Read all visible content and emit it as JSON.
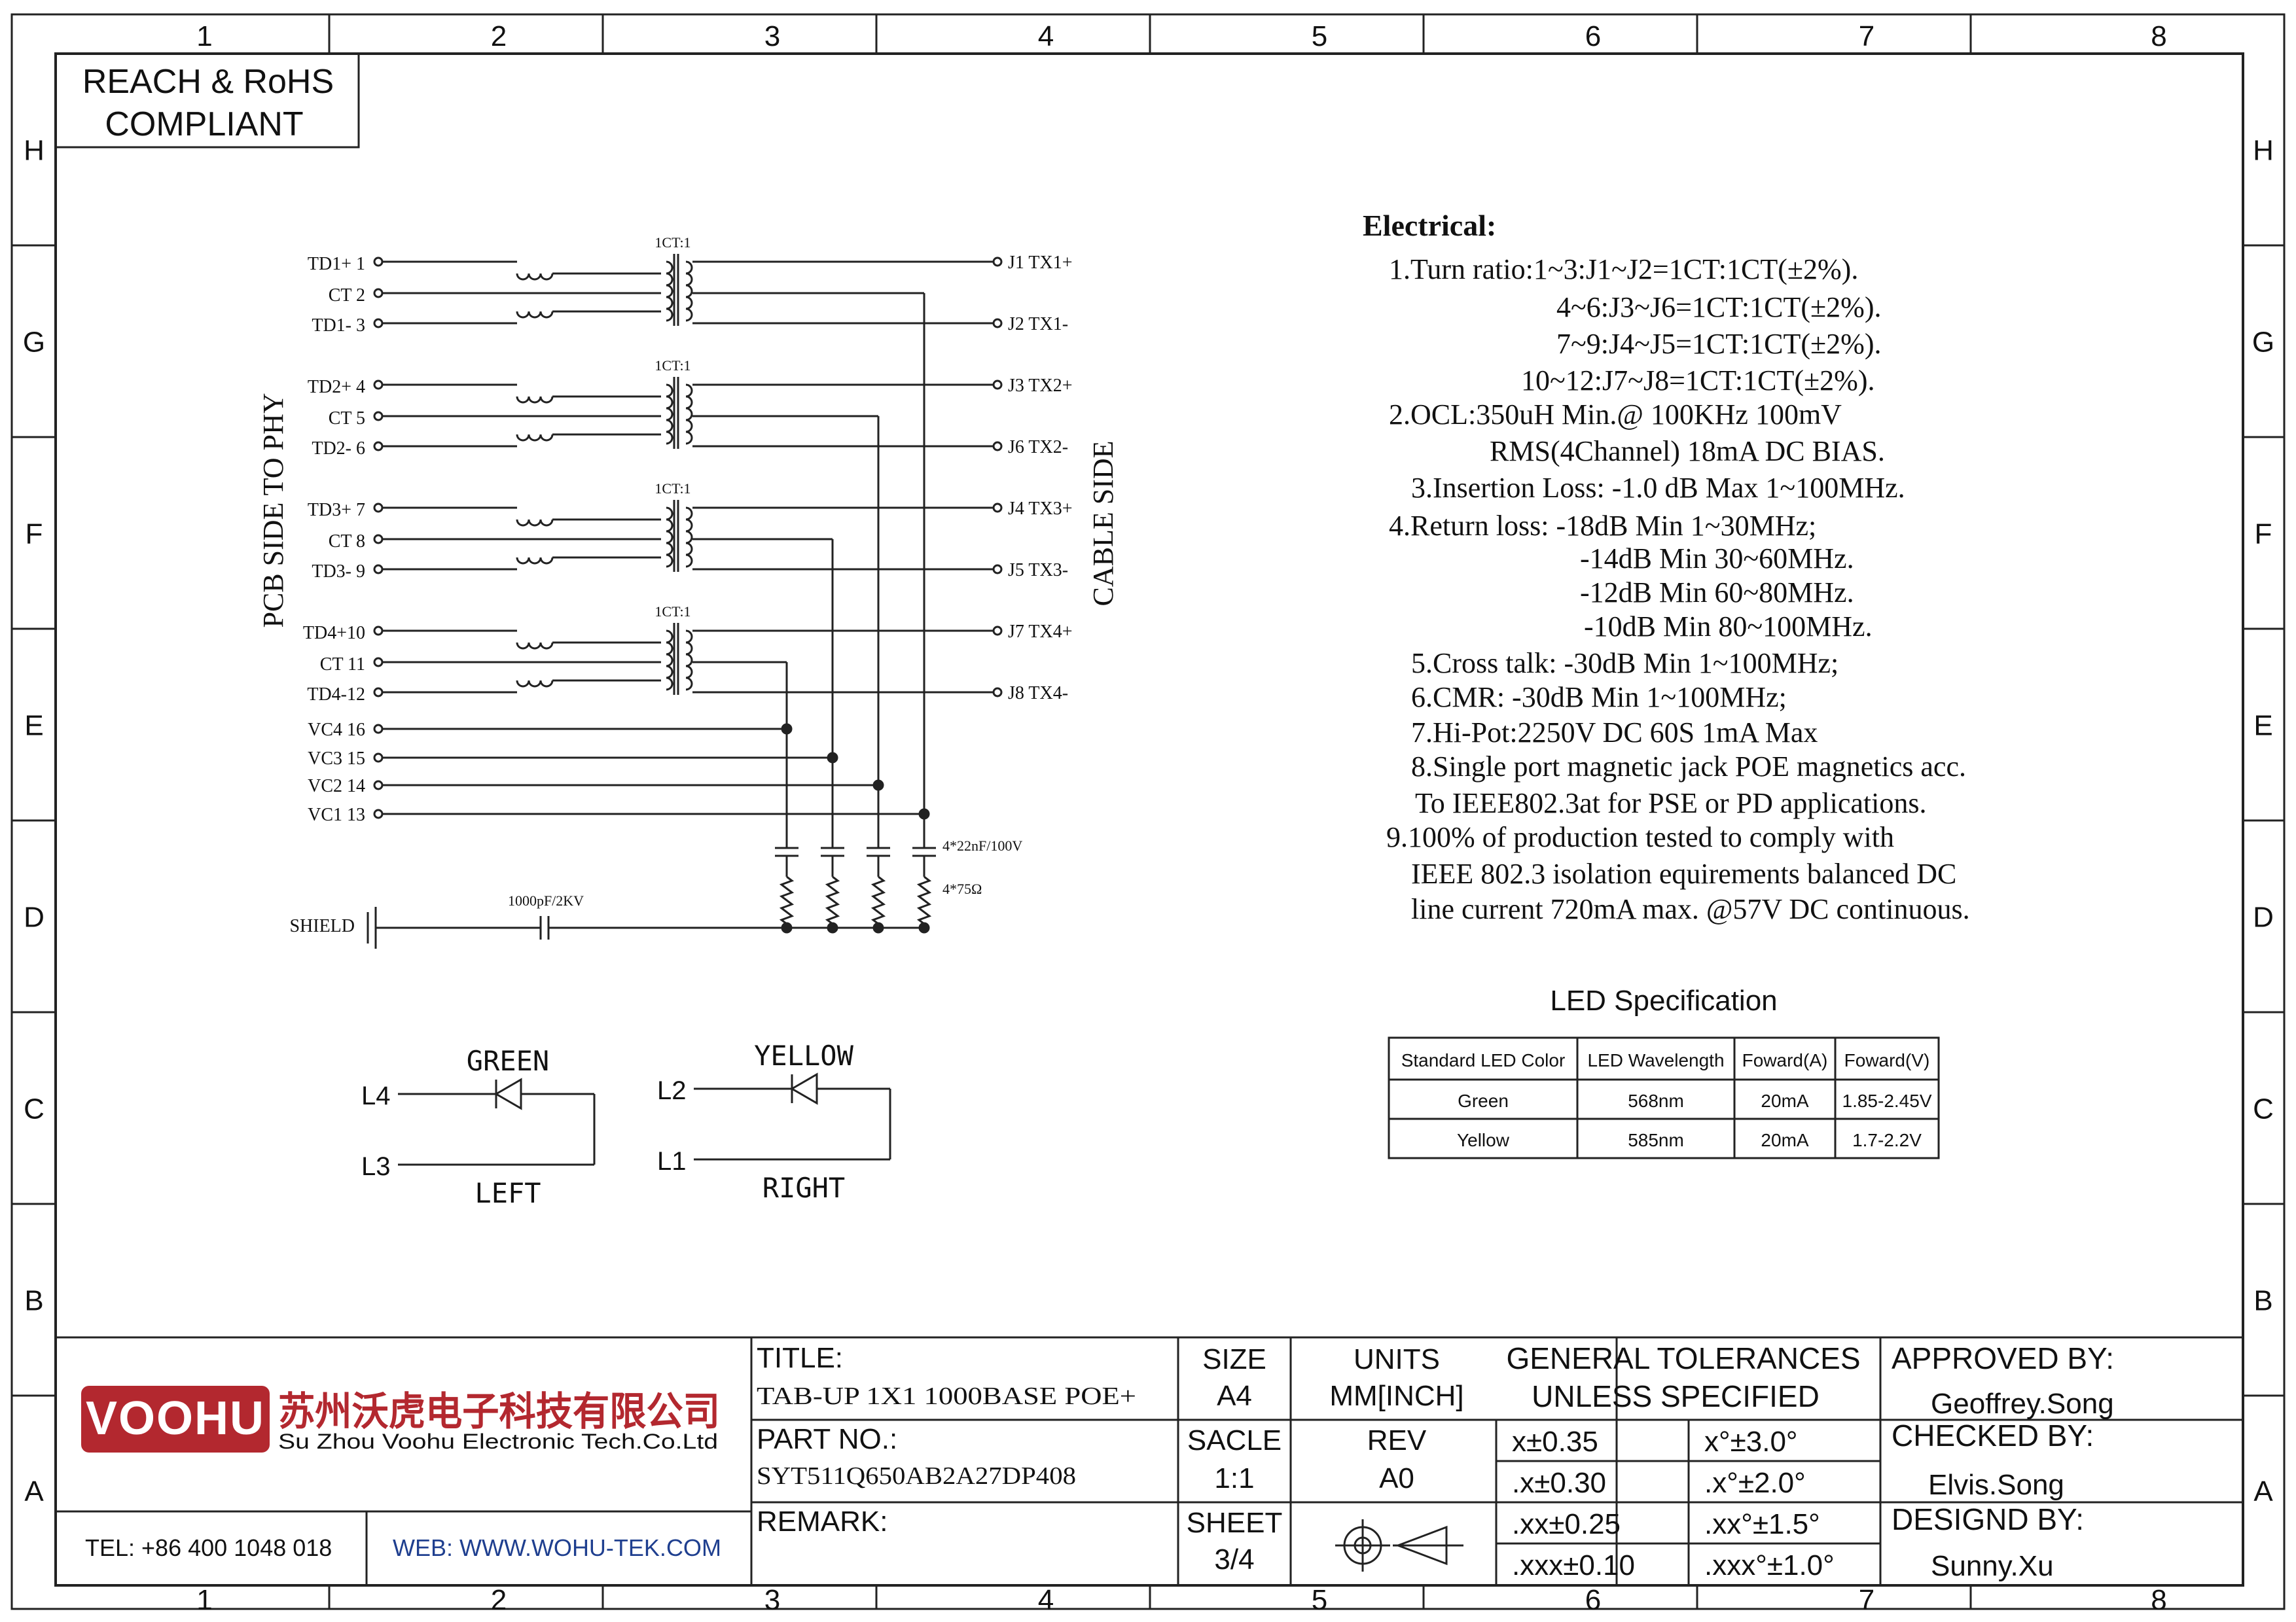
{
  "zone_columns": [
    "1",
    "2",
    "3",
    "4",
    "5",
    "6",
    "7",
    "8"
  ],
  "zone_rows": [
    "H",
    "G",
    "F",
    "E",
    "D",
    "C",
    "B",
    "A"
  ],
  "compliance": {
    "line1": "REACH & RoHS",
    "line2": "COMPLIANT"
  },
  "schematic": {
    "pcb_side_label": "PCB SIDE TO PHY",
    "cable_side_label": "CABLE SIDE",
    "transformer_ratio": "1CT:1",
    "channels": [
      {
        "pins": [
          "TD1+ 1",
          "CT  2",
          "TD1- 3"
        ],
        "outputs": [
          "J1  TX1+",
          "J2  TX1-"
        ]
      },
      {
        "pins": [
          "TD2+ 4",
          "CT  5",
          "TD2- 6"
        ],
        "outputs": [
          "J3  TX2+",
          "J6  TX2-"
        ]
      },
      {
        "pins": [
          "TD3+ 7",
          "CT  8",
          "TD3- 9"
        ],
        "outputs": [
          "J4  TX3+",
          "J5  TX3-"
        ]
      },
      {
        "pins": [
          "TD4+10",
          "CT 11",
          "TD4-12"
        ],
        "outputs": [
          "J7  TX4+",
          "J8  TX4-"
        ]
      }
    ],
    "vc_pins": [
      "VC4  16",
      "VC3  15",
      "VC2  14",
      "VC1  13"
    ],
    "cap_label": "4*22nF/100V",
    "res_label": "4*75Ω",
    "shield_label": "SHIELD",
    "shield_cap_label": "1000pF/2KV"
  },
  "leds": [
    {
      "top_pin": "L4",
      "bottom_pin": "L3",
      "color": "GREEN",
      "side": "LEFT"
    },
    {
      "top_pin": "L2",
      "bottom_pin": "L1",
      "color": "YELLOW",
      "side": "RIGHT"
    }
  ],
  "electrical": {
    "heading": "Electrical:",
    "lines": [
      "1.Turn ratio:1~3:J1~J2=1CT:1CT(±2%).",
      "4~6:J3~J6=1CT:1CT(±2%).",
      "7~9:J4~J5=1CT:1CT(±2%).",
      "10~12:J7~J8=1CT:1CT(±2%).",
      "2.OCL:350uH Min.@ 100KHz 100mV",
      "RMS(4Channel) 18mA DC BIAS.",
      "3.Insertion Loss: -1.0 dB Max 1~100MHz.",
      "4.Return loss: -18dB Min 1~30MHz;",
      "-14dB Min 30~60MHz.",
      "-12dB Min 60~80MHz.",
      "-10dB Min 80~100MHz.",
      "5.Cross talk: -30dB Min 1~100MHz;",
      "6.CMR: -30dB Min 1~100MHz;",
      "7.Hi-Pot:2250V DC 60S 1mA Max",
      "8.Single port magnetic jack POE magnetics acc.",
      "To IEEE802.3at for  PSE or  PD   applications.",
      "9.100% of production tested to comply with",
      "IEEE 802.3 isolation equirements balanced DC",
      "line current 720mA max. @57V DC continuous."
    ]
  },
  "led_spec": {
    "title": "LED Specification",
    "headers": [
      "Standard LED Color",
      "LED Wavelength",
      "Foward(A)",
      "Foward(V)"
    ],
    "rows": [
      [
        "Green",
        "568nm",
        "20mA",
        "1.85-2.45V"
      ],
      [
        "Yellow",
        "585nm",
        "20mA",
        "1.7-2.2V"
      ]
    ]
  },
  "title_block": {
    "logo_text": "VOOHU",
    "company_cn": "苏州沃虎电子科技有限公司",
    "company_en": "Su Zhou Voohu Electronic Tech.Co.Ltd",
    "tel": "TEL: +86 400 1048 018",
    "web": "WEB: WWW.WOHU-TEK.COM",
    "title_label": "TITLE:",
    "title_value": "TAB-UP 1X1 1000BASE POE+",
    "part_label": "PART NO.:",
    "part_value": "SYT511Q650AB2A27DP408",
    "remark_label": "REMARK:",
    "size_label": "SIZE",
    "size_value": "A4",
    "scale_label": "SACLE",
    "scale_value": "1:1",
    "sheet_label": "SHEET",
    "sheet_value": "3/4",
    "units_label": "UNITS",
    "units_value": "MM[INCH]",
    "rev_label": "REV",
    "rev_value": "A0",
    "tol_title1": "GENERAL TOLERANCES",
    "tol_title2": "UNLESS SPECIFIED",
    "tolerances": [
      [
        "x±0.35",
        "x°±3.0°"
      ],
      [
        ".x±0.30",
        ".x°±2.0°"
      ],
      [
        ".xx±0.25",
        ".xx°±1.5°"
      ],
      [
        ".xxx±0.10",
        ".xxx°±1.0°"
      ]
    ],
    "approved_label": "APPROVED BY:",
    "approved_value": "Geoffrey.Song",
    "checked_label": "CHECKED BY:",
    "checked_value": "Elvis.Song",
    "designed_label": "DESIGND BY:",
    "designed_value": "Sunny.Xu"
  }
}
